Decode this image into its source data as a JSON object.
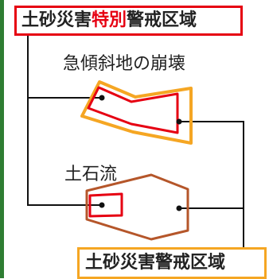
{
  "zones": {
    "special": {
      "prefix": "土砂災害",
      "emphasis": "特別",
      "suffix": "警戒区域"
    },
    "warning": {
      "label": "土砂災害警戒区域"
    }
  },
  "hazards": {
    "slope_collapse": "急傾斜地の崩壊",
    "debris_flow": "土石流"
  },
  "colors": {
    "sidebar": "#2e7d32",
    "special_zone": "#e60012",
    "warning_zone": "#f5a623",
    "debris_zone": "#b5562a",
    "connector": "#111111"
  }
}
